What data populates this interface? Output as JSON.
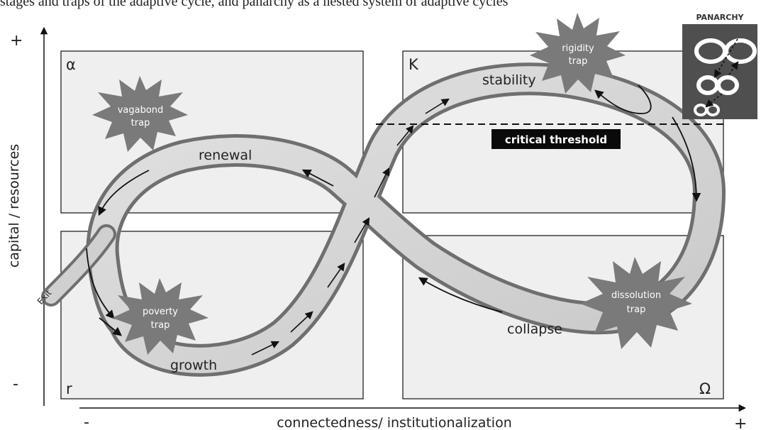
{
  "header_fragment": "stages and traps of the adaptive cycle, and panarchy as a nested system of adaptive cycles",
  "quadrants": {
    "alpha": "α",
    "k": "K",
    "r": "r",
    "omega": "Ω"
  },
  "phases": {
    "renewal": "renewal",
    "stability": "stability",
    "growth": "growth",
    "collapse": "collapse"
  },
  "traps": {
    "vagabond": [
      "vagabond",
      "trap"
    ],
    "rigidity": [
      "rigidity",
      "trap"
    ],
    "poverty": [
      "poverty",
      "trap"
    ],
    "dissolution": [
      "dissolution",
      "trap"
    ]
  },
  "exit_label": "Exit",
  "threshold_label": "critical threshold",
  "panarchy_label": "PANARCHY",
  "axes": {
    "y_label": "capital / resources",
    "y_plus": "+",
    "y_minus": "-",
    "x_label": "connectedness/ institutionalization",
    "x_plus": "+",
    "x_minus": "-"
  },
  "colors": {
    "band": "#d4d4d4",
    "band_shadow": "#6f6f6f",
    "trap": "#7a7a7a",
    "panel": "#efefef"
  }
}
